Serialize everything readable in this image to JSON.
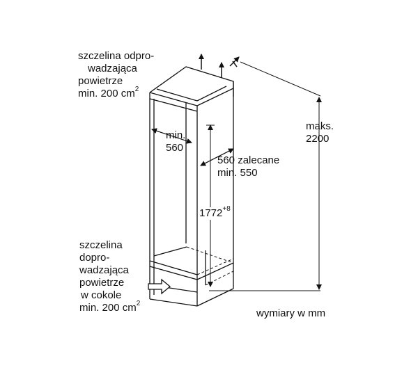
{
  "labels": {
    "top_slot": [
      "szczelina odpro-",
      "wadzająca",
      "powietrze",
      "min. 200 cm"
    ],
    "top_slot_sup": "2",
    "bottom_slot": [
      "szczelina",
      "doprowadzająca",
      "powietrze",
      "w cokole",
      "min. 200 cm"
    ],
    "bottom_slot_line1": "dopro-",
    "bottom_slot_line2": "wadzająca",
    "bottom_slot_sup": "2",
    "depth_min": [
      "min.",
      "560"
    ],
    "width_rec": [
      "560 zalecane",
      "min. 550"
    ],
    "niche_height": "1772",
    "niche_height_sup": "+8",
    "max_height": [
      "maks.",
      "2200"
    ],
    "units": "wymiary w mm"
  }
}
